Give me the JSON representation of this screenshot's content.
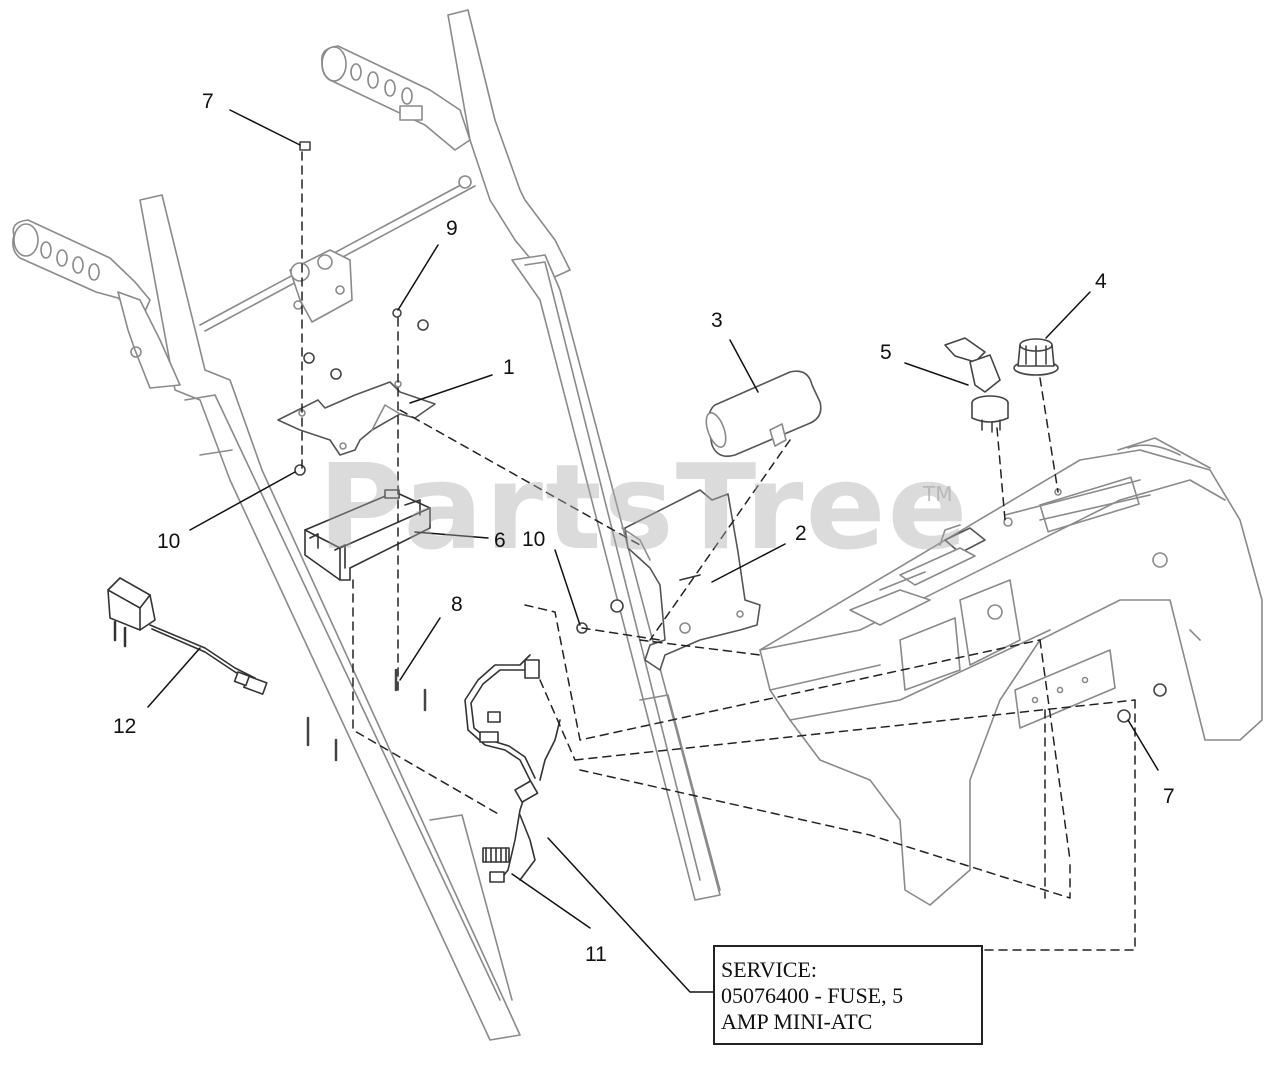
{
  "watermark": {
    "text": "PartsTree",
    "trademark": "TM"
  },
  "callouts": [
    {
      "id": "c7a",
      "label": "7"
    },
    {
      "id": "c9",
      "label": "9"
    },
    {
      "id": "c1",
      "label": "1"
    },
    {
      "id": "c10a",
      "label": "10"
    },
    {
      "id": "c6",
      "label": "6"
    },
    {
      "id": "c3",
      "label": "3"
    },
    {
      "id": "c5",
      "label": "5"
    },
    {
      "id": "c4",
      "label": "4"
    },
    {
      "id": "c2",
      "label": "2"
    },
    {
      "id": "c10b",
      "label": "10"
    },
    {
      "id": "c8",
      "label": "8"
    },
    {
      "id": "c12",
      "label": "12"
    },
    {
      "id": "c7b",
      "label": "7"
    },
    {
      "id": "c11",
      "label": "11"
    }
  ],
  "service_note": {
    "line1": "SERVICE:",
    "line2": "05076400 - FUSE, 5",
    "line3": "AMP MINI-ATC"
  }
}
